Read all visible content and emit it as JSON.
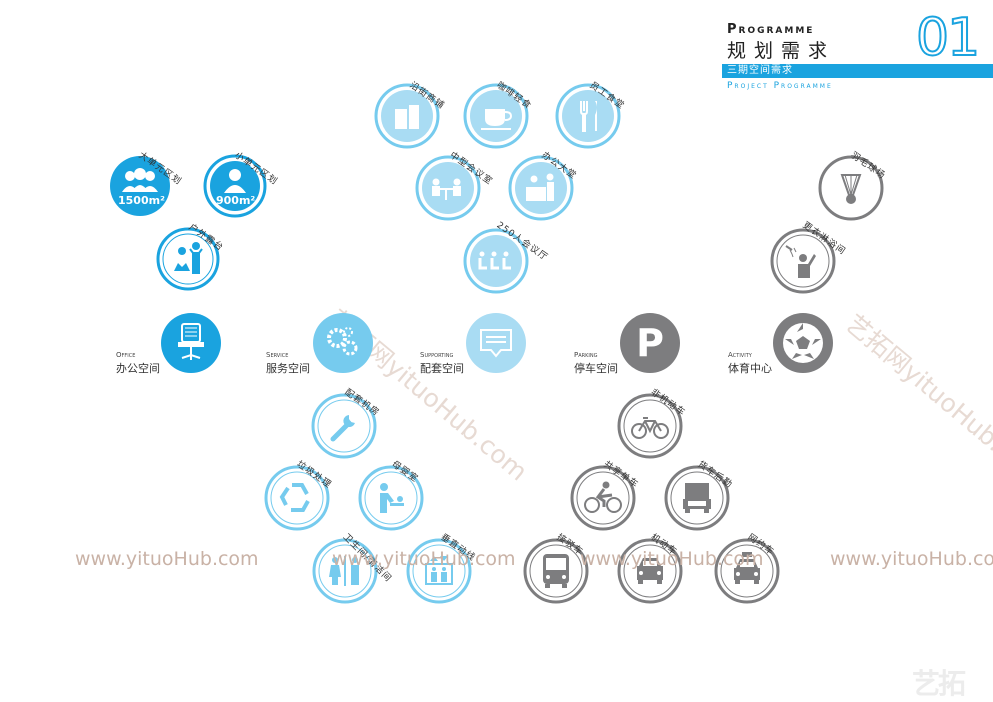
{
  "header": {
    "programme": "Programme",
    "title_cn": "规划需求",
    "number": "01",
    "bar_text": "三期空间需求",
    "sub": "Project Programme"
  },
  "colors": {
    "blue": "#1aa3df",
    "lightblue": "#76cbee",
    "paleblue": "#a9dcf3",
    "gray": "#7d7d7f"
  },
  "categories": {
    "office": {
      "en": "Office",
      "cn": "办公空间"
    },
    "service": {
      "en": "Service",
      "cn": "服务空间"
    },
    "supporting": {
      "en": "Supporting",
      "cn": "配套空间"
    },
    "parking": {
      "en": "Parking",
      "cn": "停车空间"
    },
    "activity": {
      "en": "Activity",
      "cn": "体育中心"
    }
  },
  "office_items": {
    "big_unit": {
      "label": "大单元区划",
      "area": "1500m²"
    },
    "small_unit": {
      "label": "小单元区划",
      "area": "900m²"
    },
    "outdoor": {
      "label": "户外露台"
    }
  },
  "supporting_items": {
    "street_shop": "沿街商铺",
    "coffee": "咖啡轻食",
    "canteen": "员工食堂",
    "meeting_mid": "中型会议室",
    "lobby": "办公大堂",
    "hall": "250人会议厅"
  },
  "activity_items": {
    "badminton": "羽毛球场",
    "shower": "更衣淋浴间"
  },
  "service_items": {
    "equipment": "配套机房",
    "garbage": "垃圾处理",
    "mother": "母婴室",
    "toilet": "卫生间/清洁间",
    "elevator": "垂直动线"
  },
  "parking_items": {
    "bike": "非机动车",
    "shared_bike": "共享单车",
    "truck": "货车后勤",
    "shuttle": "接驳车",
    "car": "机动车",
    "taxi": "网约车"
  },
  "watermarks": {
    "url": "www.yituoHub.com",
    "diag": "艺拓网yituoHub.com",
    "logo": "艺拓"
  }
}
